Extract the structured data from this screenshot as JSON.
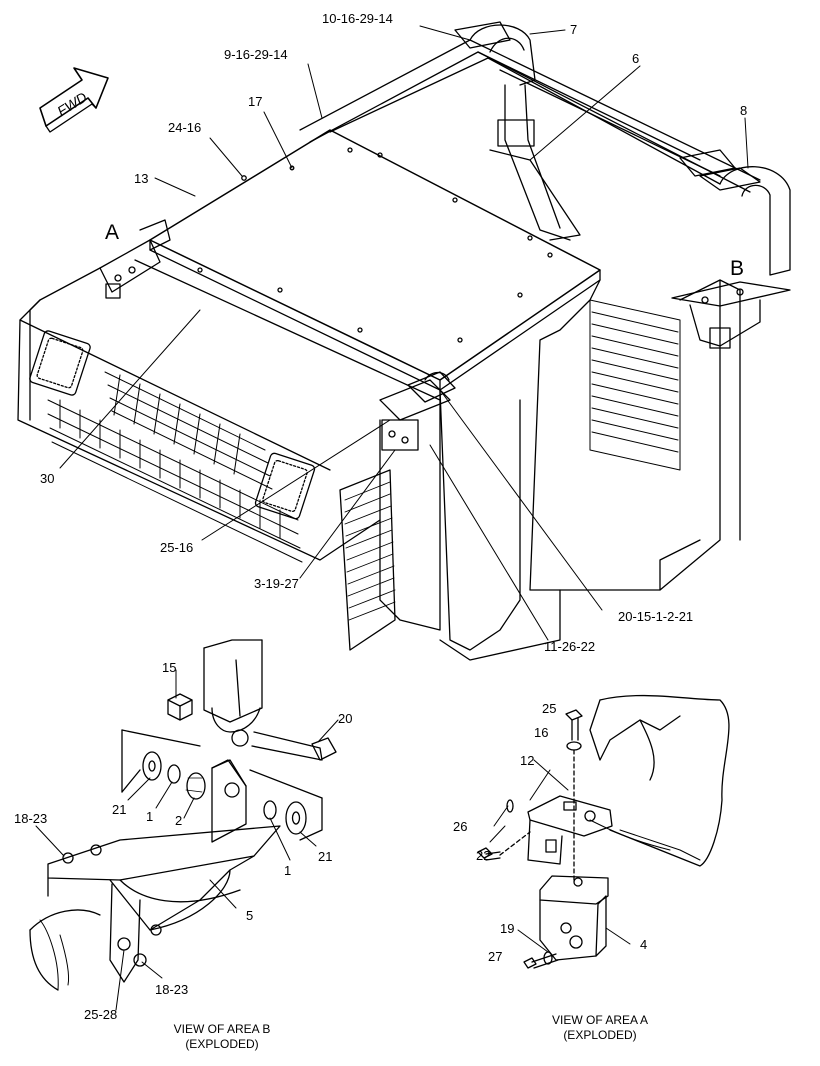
{
  "callouts": {
    "c_10_16_29_14": "10-16-29-14",
    "c_7": "7",
    "c_9_16_29_14": "9-16-29-14",
    "c_6": "6",
    "c_17": "17",
    "c_8": "8",
    "c_24_16": "24-16",
    "c_13": "13",
    "c_30": "30",
    "c_25_16": "25-16",
    "c_3_19_27": "3-19-27",
    "c_20_15_1_2_21": "20-15-1-2-21",
    "c_11_26_22": "11-26-22",
    "b_15": "15",
    "b_20": "20",
    "b_21a": "21",
    "b_1a": "1",
    "b_2": "2",
    "b_21b": "21",
    "b_1b": "1",
    "b_18_23a": "18-23",
    "b_5": "5",
    "b_18_23b": "18-23",
    "b_25_28": "25-28",
    "a_25": "25",
    "a_16": "16",
    "a_12": "12",
    "a_26": "26",
    "a_22": "22",
    "a_19": "19",
    "a_27": "27",
    "a_4": "4"
  },
  "area_letters": {
    "a": "A",
    "b": "B"
  },
  "fwd_label": "FWD",
  "captions": {
    "view_b_line1": "VIEW OF AREA  B",
    "view_b_line2": "(EXPLODED)",
    "view_a_line1": "VIEW OF AREA  A",
    "view_a_line2": "(EXPLODED)"
  }
}
